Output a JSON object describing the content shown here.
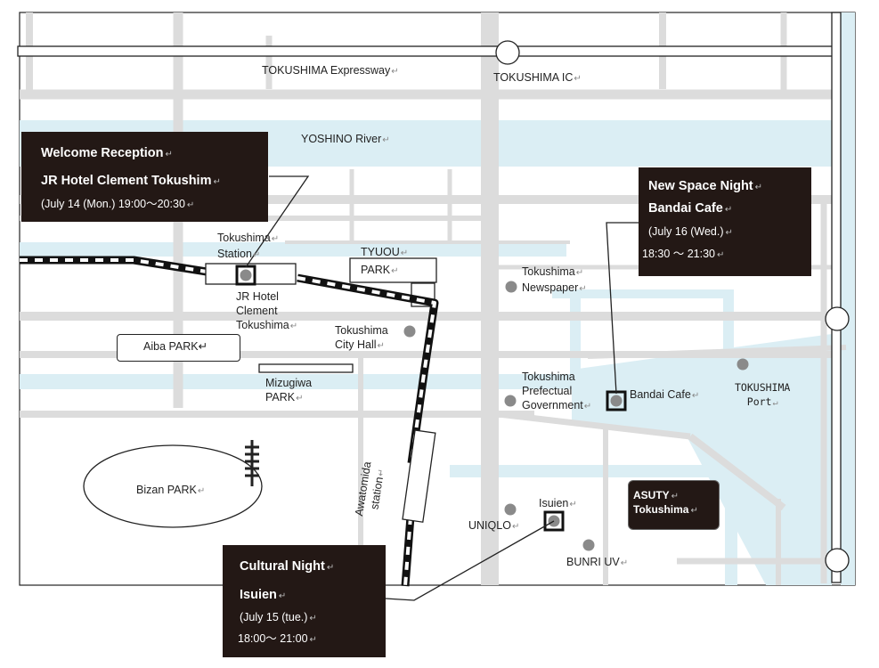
{
  "map": {
    "mark": "↵",
    "expressway": "TOKUSHIMA Expressway",
    "interchange": "TOKUSHIMA IC",
    "river": "YOSHINO River",
    "tokushima_station": [
      "Tokushima",
      "Station"
    ],
    "jr_hotel": [
      "JR Hotel",
      "Clement",
      "Tokushima"
    ],
    "tyuou_park": [
      "TYUOU",
      "PARK"
    ],
    "tokushima_newspaper": [
      "Tokushima",
      "Newspaper"
    ],
    "city_hall": [
      "Tokushima",
      "City Hall"
    ],
    "aiba_park": "Aiba PARK",
    "mizugiwa_park": [
      "Mizugiwa",
      "PARK"
    ],
    "prefectual_government": [
      "Tokushima",
      "Prefectual",
      "Government"
    ],
    "bandai_cafe": "Bandai Cafe",
    "tokushima_port": [
      "TOKUSHIMA",
      "Port"
    ],
    "bizan_park": "Bizan PARK",
    "awatomida_station": [
      "Awatomida",
      "station"
    ],
    "asuty": [
      "ASUTY",
      "Tokushima"
    ],
    "isuien": "Isuien",
    "uniqlo": "UNIQLO",
    "bunri_uv": "BUNRI UV"
  },
  "events": {
    "welcome": {
      "title": "Welcome Reception",
      "venue": "JR Hotel Clement Tokushim",
      "date": "(July 14 (Mon.) 19:00～20:30"
    },
    "new_space": {
      "title": "New Space Night",
      "venue": "Bandai Cafe",
      "date": "(July 16 (Wed.)",
      "time": "18:30 ～ 21:30"
    },
    "cultural": {
      "title": "Cultural Night",
      "venue": "Isuien",
      "date": "(July 15 (tue.)",
      "time": "18:00～ 21:00"
    }
  },
  "colors": {
    "road": "#dcdcdc",
    "water": "#dbeef4",
    "callout_bg": "#231815",
    "marker": "#8a8a8a"
  }
}
